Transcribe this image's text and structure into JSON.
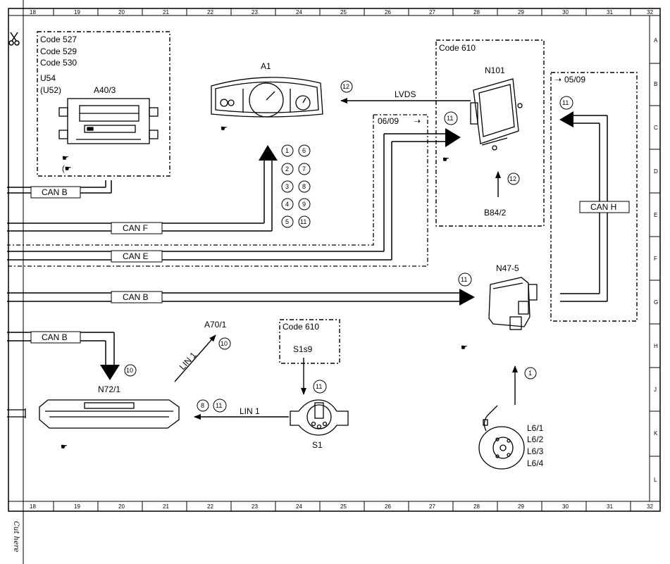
{
  "ruler": {
    "columns": [
      "18",
      "19",
      "20",
      "21",
      "22",
      "23",
      "24",
      "25",
      "26",
      "27",
      "28",
      "29",
      "30",
      "31",
      "32"
    ],
    "rows": [
      "A",
      "B",
      "C",
      "D",
      "E",
      "F",
      "G",
      "H",
      "J",
      "K",
      "L"
    ]
  },
  "margin_note": "Cut here",
  "boxes": {
    "box_left": {
      "lines": [
        "Code 527",
        "Code 529",
        "Code 530"
      ],
      "u54": "U54",
      "u52": "(U52)",
      "component": "A40/3"
    },
    "box_code610_top": {
      "code": "Code 610",
      "component": "N101"
    },
    "box_0609": {
      "label": "06/09"
    },
    "box_0509": {
      "label": "05/09"
    },
    "box_s1s9": {
      "code": "Code 610",
      "component": "S1s9"
    }
  },
  "components": {
    "a1": "A1",
    "b84_2": "B84/2",
    "n47_5": "N47-5",
    "n72_1": "N72/1",
    "a70_1": "A70/1",
    "s1": "S1",
    "l6": [
      "L6/1",
      "L6/2",
      "L6/3",
      "L6/4"
    ]
  },
  "buses": {
    "can_b_top": "CAN B",
    "can_f": "CAN F",
    "can_e": "CAN E",
    "can_b_mid": "CAN B",
    "can_b_low": "CAN B",
    "can_h": "CAN H",
    "lvds": "LVDS",
    "lin1_diag": "LIN 1",
    "lin1": "LIN 1"
  },
  "circled_numbers": {
    "a1_grid": [
      "1",
      "6",
      "2",
      "7",
      "3",
      "8",
      "4",
      "9",
      "5",
      "11"
    ],
    "lvds": "12",
    "n101_in": "11",
    "b84_2": "12",
    "can_h": "11",
    "n47_5": "11",
    "n72_1": "10",
    "a70_1": "10",
    "s1s9": "11",
    "lin1_a": "8",
    "lin1_b": "11",
    "l6": "1"
  }
}
